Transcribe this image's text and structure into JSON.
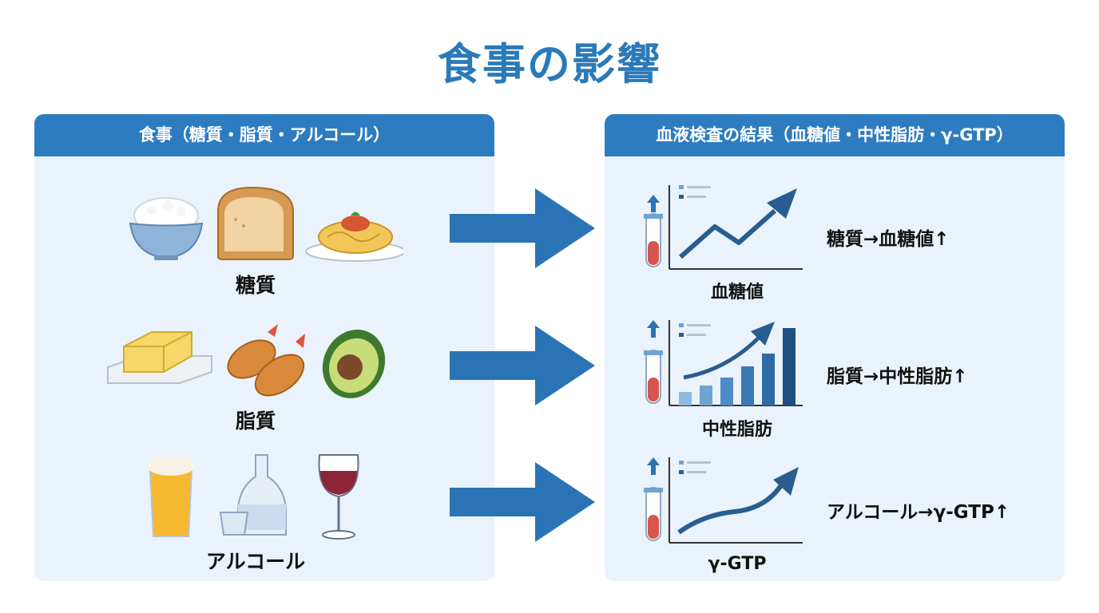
{
  "title": "食事の影響",
  "left_panel": {
    "header": "食事（糖質・脂質・アルコール）",
    "categories": [
      {
        "label": "糖質",
        "icons": [
          "rice-bowl-icon",
          "bread-icon",
          "spaghetti-icon"
        ]
      },
      {
        "label": "脂質",
        "icons": [
          "butter-icon",
          "fried-shrimp-icon",
          "avocado-icon"
        ]
      },
      {
        "label": "アルコール",
        "icons": [
          "beer-icon",
          "sake-bottle-icon",
          "wine-glass-icon"
        ]
      }
    ]
  },
  "right_panel": {
    "header": "血液検査の結果（血糖値・中性脂肪・γ-GTP）",
    "results": [
      {
        "label": "血糖値",
        "effect": "糖質→血糖値↑",
        "chart": "zigzag-line"
      },
      {
        "label": "中性脂肪",
        "effect": "脂質→中性脂肪↑",
        "chart": "bar-trend"
      },
      {
        "label": "γ-GTP",
        "effect": "アルコール→γ-GTP↑",
        "chart": "s-curve"
      }
    ]
  },
  "colors": {
    "title": "#2a7ab9",
    "header_bg": "#2e7cc0",
    "panel_bg": "#eaf3fb",
    "arrow": "#2a74b5",
    "tube_red": "#d9544f"
  }
}
